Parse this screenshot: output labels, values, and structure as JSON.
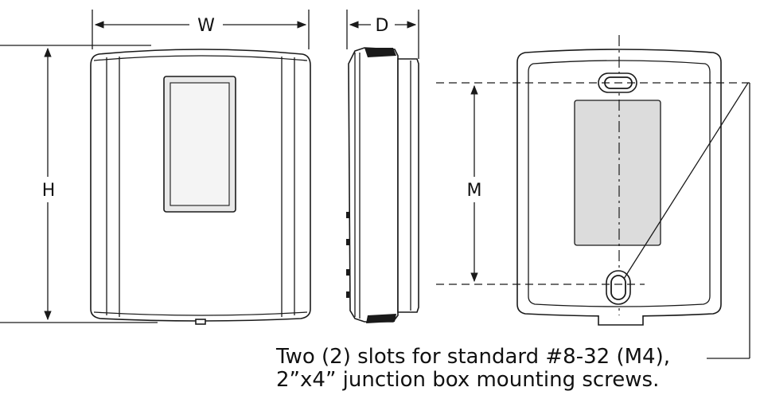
{
  "dimensions": {
    "width_label": "W",
    "depth_label": "D",
    "height_label": "H",
    "mounting_label": "M"
  },
  "note": {
    "line1": "Two (2) slots for standard #8-32 (M4),",
    "line2": "2”x4” junction box mounting screws."
  }
}
